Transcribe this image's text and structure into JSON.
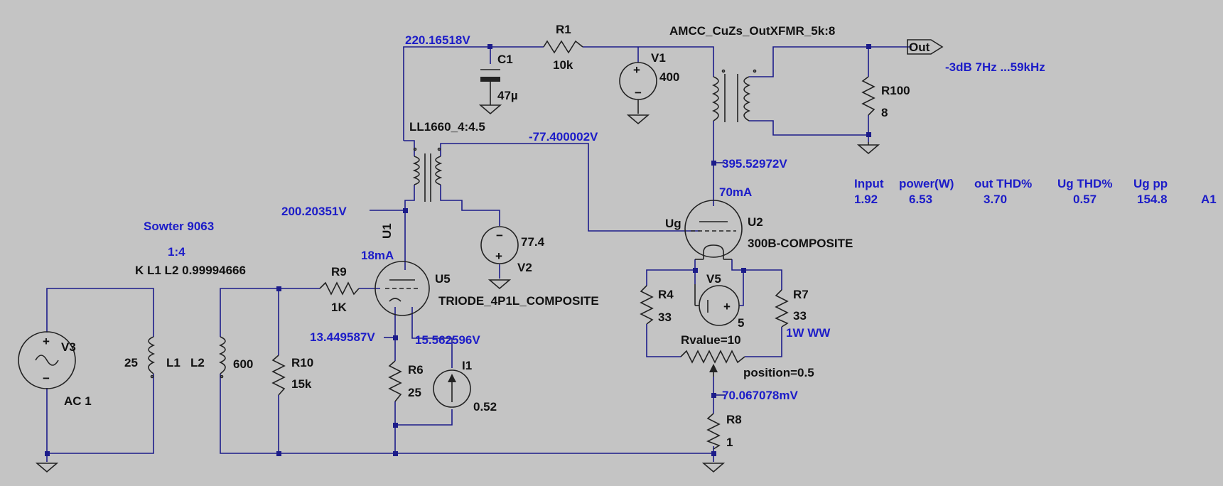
{
  "components": {
    "r1": {
      "ref": "R1",
      "value": "10k"
    },
    "c1": {
      "ref": "C1",
      "value": "47µ"
    },
    "v1": {
      "ref": "V1",
      "value": "400"
    },
    "out_xfmr": {
      "model": "AMCC_CuZs_OutXFMR_5k:8"
    },
    "out_port": {
      "label": "Out"
    },
    "r100": {
      "ref": "R100",
      "value": "8"
    },
    "ll1660": {
      "model": "LL1660_4:4.5"
    },
    "u1": {
      "ref": "U1"
    },
    "v2": {
      "ref": "V2",
      "value": "77.4"
    },
    "u5": {
      "ref": "U5",
      "model": "TRIODE_4P1L_COMPOSITE"
    },
    "r9": {
      "ref": "R9",
      "value": "1K"
    },
    "r6": {
      "ref": "R6",
      "value": "25"
    },
    "i1": {
      "ref": "I1",
      "value": "0.52"
    },
    "u2": {
      "ref": "U2",
      "model": "300B-COMPOSITE",
      "grid_label": "Ug"
    },
    "r4": {
      "ref": "R4",
      "value": "33"
    },
    "r7": {
      "ref": "R7",
      "value": "33",
      "note": "1W  WW"
    },
    "v5": {
      "ref": "V5",
      "value": "5"
    },
    "pot": {
      "value": "Rvalue=10",
      "position": "position=0.5"
    },
    "r8": {
      "ref": "R8",
      "value": "1"
    },
    "v3": {
      "ref": "V3",
      "value": "AC 1"
    },
    "l1": {
      "ref": "L1",
      "value": "25"
    },
    "l2": {
      "ref": "L2",
      "value": "600"
    },
    "r10": {
      "ref": "R10",
      "value": "15k"
    },
    "input_xfmr": {
      "name": "Sowter 9063",
      "ratio": "1:4",
      "coupling": "K L1 L2  0.99994666"
    }
  },
  "node_voltages": {
    "c1_node": "220.16518V",
    "grid_bias": "-77.400002V",
    "u2_plate": "395.52972V",
    "u2_current": "70mA",
    "u5_plate": "200.20351V",
    "u5_current": "18mA",
    "u5_cathode": "13.449587V",
    "i1_node": "15.562596V",
    "pot_node": "70.067078mV"
  },
  "response": "-3dB  7Hz ...59kHz",
  "results_table": {
    "headers": [
      "Input",
      "power(W)",
      "out THD%",
      "Ug THD%",
      "Ug pp"
    ],
    "values": [
      "1.92",
      "6.53",
      "3.70",
      "0.57",
      "154.8"
    ],
    "row_label": "A1"
  },
  "colors": {
    "background": "#c4c4c4",
    "wire": "#1c1c8a",
    "annotation": "#1c1cc8",
    "text": "#111111"
  }
}
